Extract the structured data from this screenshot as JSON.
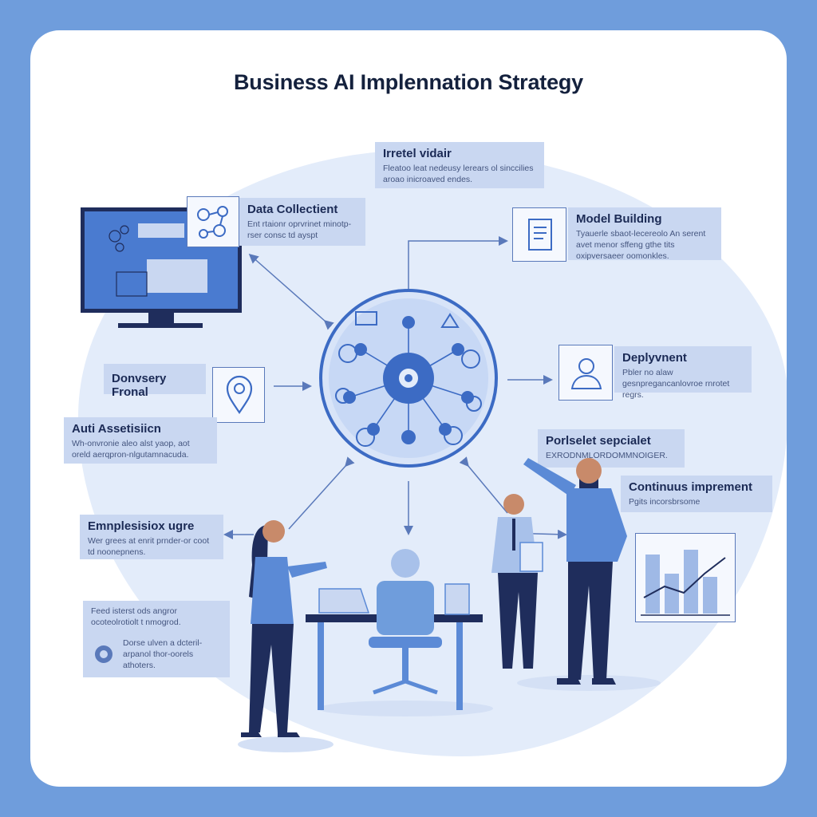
{
  "title": "Business AI Implennation Strategy",
  "labels": {
    "top_center": {
      "heading": "Irretel vidair",
      "desc": "Fleatoo leat nedeusy lerears ol sinccilies aroao inicroaved endes."
    },
    "data_collection": {
      "heading": "Data Collectient",
      "desc": "Ent rtaionr oprvrinet minotp-rser consc td ayspt"
    },
    "model_building": {
      "heading": "Model Building",
      "desc": "Tyauerle sbaot-lecereolo An serent avet menor sffeng gthe tits oxipversaeer oomonkles."
    },
    "domestry_frontal": {
      "heading": "Donvsery Fronal"
    },
    "deployment": {
      "heading": "Deplyvnent",
      "desc": "Pbler no alaw gesnpregancanlovroe rnrotet regrs."
    },
    "auti_assetision": {
      "heading": "Auti Assetisiicn",
      "desc": "Wh-onvronie aleo alst yaop, aot oreld aerqpron-nlgutamnacuda."
    },
    "porsselet_sepciolet": {
      "heading": "Porlselet sepcialet",
      "desc": "EXRODNMLORDOMMNOIGER."
    },
    "continuus_imprement": {
      "heading": "Continuus imprement",
      "desc": "Pgits incorsbrsome"
    },
    "emplesision_ugre": {
      "heading": "Emnplesisiox ugre",
      "desc": "Wer grees at enrit prnder-or coot td noonepnens."
    },
    "bottom_left": {
      "desc1": "Feed isterst ods angror ocoteolrotiolt t nmogrod.",
      "desc2": "Dorse ulven a dcteril-arpanol thor-oorels athoters."
    }
  },
  "colors": {
    "page_bg": "#6f9ddc",
    "card_bg": "#ffffff",
    "blob": "#e3ecfa",
    "label_bg": "#c9d7f1",
    "accent": "#3c6bc4",
    "navy": "#1f2d5c"
  },
  "icons": [
    "monitor-icon",
    "network-icon",
    "document-icon",
    "location-pin-icon",
    "person-icon",
    "ai-brain-hub-icon",
    "bar-chart-icon",
    "gear-icon",
    "laptop-icon"
  ]
}
